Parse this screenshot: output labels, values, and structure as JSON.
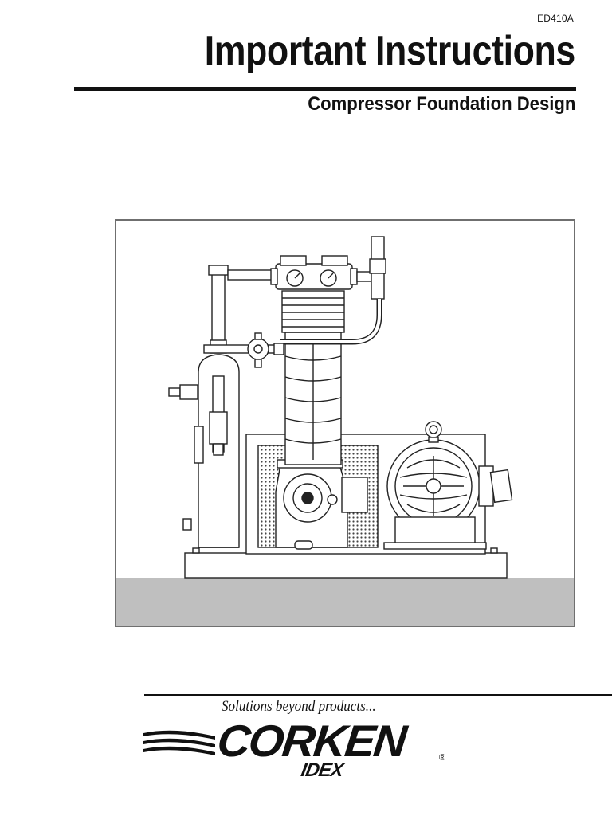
{
  "document": {
    "code": "ED410A",
    "title": "Important Instructions",
    "subtitle": "Compressor Foundation Design"
  },
  "illustration": {
    "icon": "compressor-package-drawing",
    "ground_color": "#bfbfbf",
    "line_color": "#222222",
    "frame_color": "#6f6f6f"
  },
  "footer": {
    "tagline": "Solutions beyond products...",
    "brand": "CORKEN",
    "registered_mark": "®",
    "parent_brand": "IDEX",
    "logo_icon": "corken-swoosh-logo"
  }
}
